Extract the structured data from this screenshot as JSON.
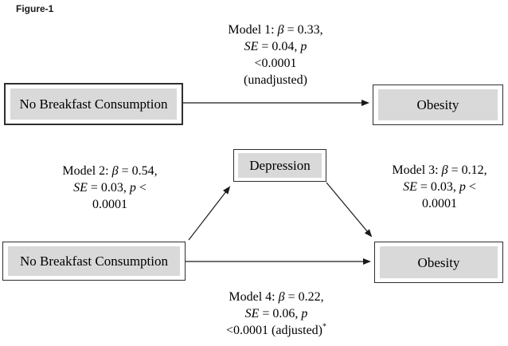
{
  "figure_label": "Figure-1",
  "colors": {
    "box_fill": "#d9d9d9",
    "box_border": "#2e2e2e",
    "line_color": "#1a1a1a",
    "text_color": "#000000",
    "bg": "#ffffff"
  },
  "nodes": {
    "no_breakfast_top": "No Breakfast Consumption",
    "obesity_top": "Obesity",
    "depression": "Depression",
    "no_breakfast_bottom": "No Breakfast Consumption",
    "obesity_bottom": "Obesity"
  },
  "edges": [
    {
      "from": "No Breakfast Consumption",
      "to": "Obesity",
      "label": "Model 1 (unadjusted)"
    },
    {
      "from": "No Breakfast Consumption",
      "to": "Depression",
      "label": "Model 2"
    },
    {
      "from": "Depression",
      "to": "Obesity",
      "label": "Model 3"
    },
    {
      "from": "No Breakfast Consumption",
      "to": "Obesity",
      "label": "Model 4 (adjusted)"
    }
  ],
  "models": {
    "model1": {
      "title": "Model 1: ",
      "beta_sym": "β",
      "beta_val": " = 0.33,",
      "se_sym": "SE",
      "se_val": " = 0.04, ",
      "p_sym": "p",
      "p_val": "<0.0001",
      "note": "(unadjusted)"
    },
    "model2": {
      "title": "Model 2: ",
      "beta_sym": "β",
      "beta_val": " = 0.54,",
      "se_sym": "SE",
      "se_val": " = 0.03, ",
      "p_sym": "p",
      "lt": " <",
      "p_val": "0.0001"
    },
    "model3": {
      "title": "Model 3: ",
      "beta_sym": "β",
      "beta_val": " = 0.12,",
      "se_sym": "SE",
      "se_val": " = 0.03, ",
      "p_sym": "p",
      "lt": " <",
      "p_val": "0.0001"
    },
    "model4": {
      "title": "Model 4: ",
      "beta_sym": "β",
      "beta_val": " = 0.22,",
      "se_sym": "SE",
      "se_val": " = 0.06, ",
      "p_sym": "p",
      "p_val": "<0.0001 (adjusted)",
      "marker": "*"
    }
  }
}
